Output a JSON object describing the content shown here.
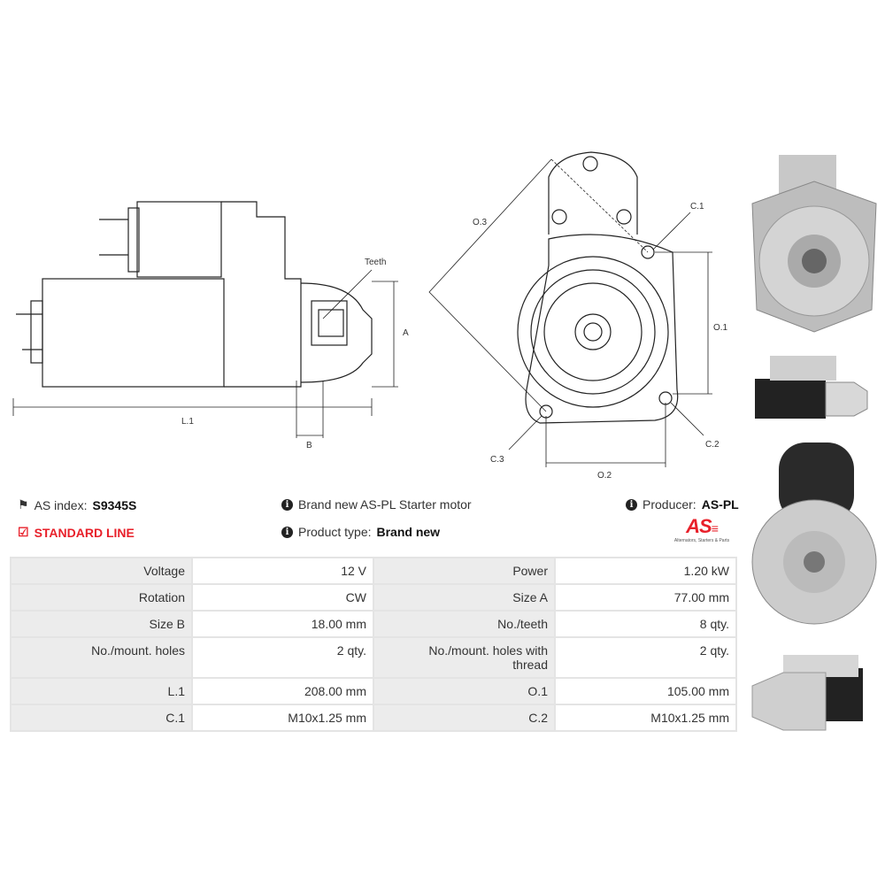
{
  "drawing_labels": {
    "teeth": "Teeth",
    "a": "A",
    "l1": "L.1",
    "b": "B",
    "o3": "O.3",
    "c1": "C.1",
    "o1": "O.1",
    "c2": "C.2",
    "c3": "C.3",
    "o2": "O.2"
  },
  "info": {
    "as_index_label": "AS index:",
    "as_index_value": "S9345S",
    "line": "STANDARD LINE",
    "description": "Brand new AS-PL Starter motor",
    "product_type_label": "Product type:",
    "product_type_value": "Brand new",
    "producer_label": "Producer:",
    "producer_value": "AS-PL",
    "logo_text": "AS",
    "logo_tagline": "Alternators, Starters & Parts"
  },
  "accent_color": "#e8202a",
  "specs": [
    [
      "Voltage",
      "12 V",
      "Power",
      "1.20 kW"
    ],
    [
      "Rotation",
      "CW",
      "Size A",
      "77.00 mm"
    ],
    [
      "Size B",
      "18.00 mm",
      "No./teeth",
      "8 qty."
    ],
    [
      "No./mount. holes",
      "2 qty.",
      "No./mount. holes with thread",
      "2 qty."
    ],
    [
      "L.1",
      "208.00 mm",
      "O.1",
      "105.00 mm"
    ],
    [
      "C.1",
      "M10x1.25 mm",
      "C.2",
      "M10x1.25 mm"
    ]
  ]
}
